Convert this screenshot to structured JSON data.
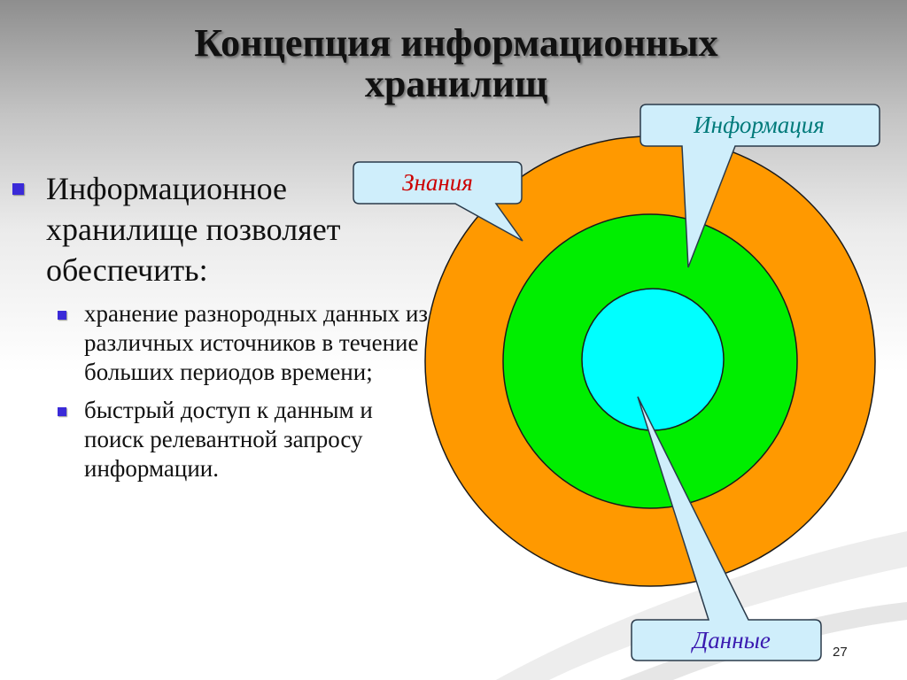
{
  "slide": {
    "title_line1": "Концепция информационных",
    "title_line2": "хранилищ",
    "page_number": "27"
  },
  "content": {
    "main_bullet": "Информационное хранилище позволяет обеспечить:",
    "sub_bullets": [
      "хранение разнородных данных из различных источников в течение больших периодов времени;",
      "быстрый доступ к данным и поиск релевантной запросу информации."
    ]
  },
  "diagram": {
    "labels": {
      "knowledge": "Знания",
      "information": "Информация",
      "data": "Данные"
    },
    "colors": {
      "outer_ring": "#ff9900",
      "middle_ring": "#00ee00",
      "inner_circle": "#00ffff",
      "callout_fill": "#cfeefb",
      "knowledge_text": "#cc0000",
      "information_text": "#007a7a",
      "data_text": "#3a1ab0",
      "bullet": "#3a2ad8"
    }
  }
}
